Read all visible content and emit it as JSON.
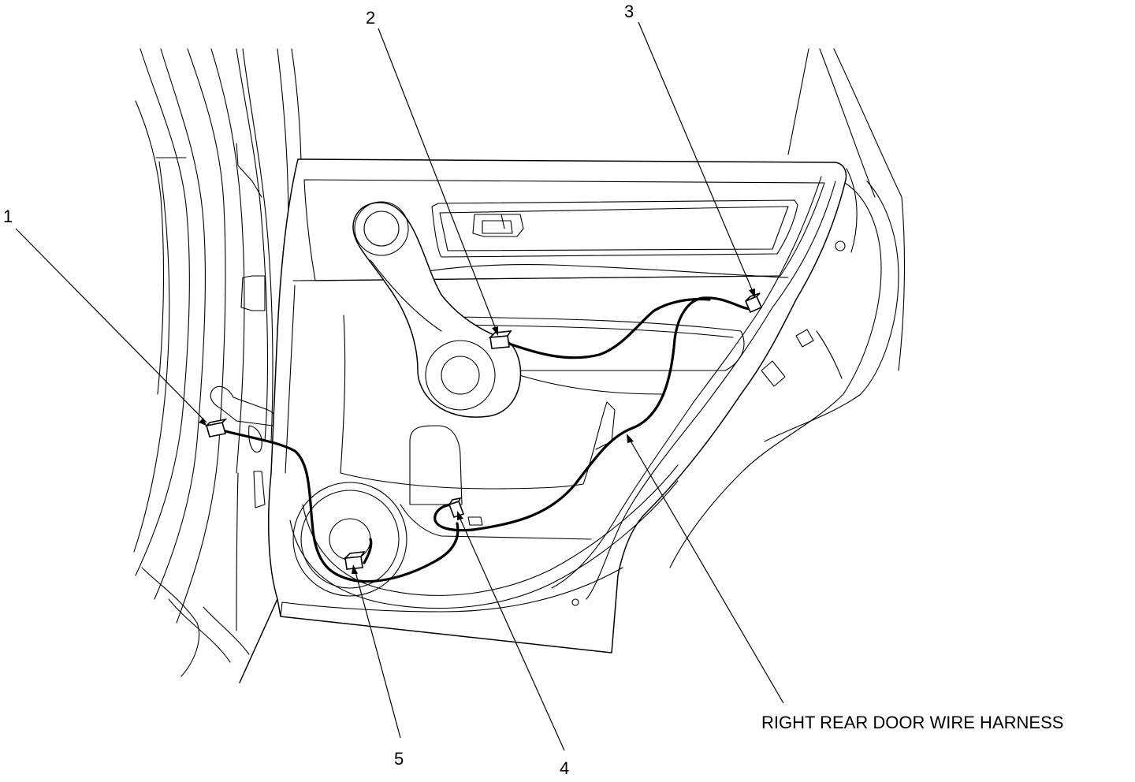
{
  "diagram": {
    "label": "RIGHT REAR DOOR WIRE HARNESS",
    "callouts": [
      "1",
      "2",
      "3",
      "4",
      "5"
    ]
  }
}
